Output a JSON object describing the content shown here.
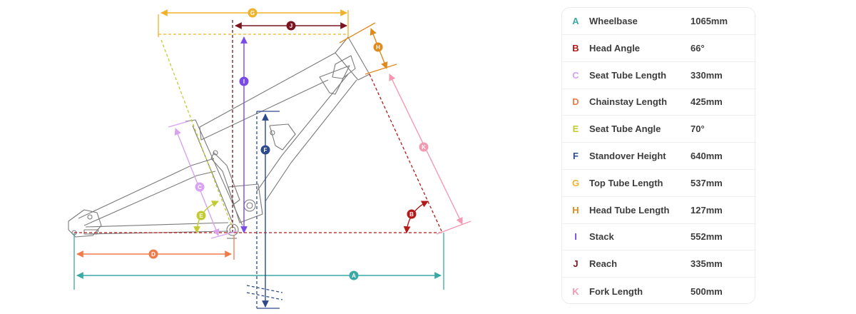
{
  "badges": {
    "A": "A",
    "B": "B",
    "C": "C",
    "D": "D",
    "E": "E",
    "F": "F",
    "G": "G",
    "H": "H",
    "I": "I",
    "J": "J",
    "K": "K"
  },
  "colors": {
    "A": "#3aa8a6",
    "B": "#b31919",
    "C": "#d9a2f0",
    "D": "#f07b4a",
    "E": "#c2cc30",
    "F": "#2e4a8c",
    "G": "#f0b22b",
    "H": "#e08a1e",
    "I": "#7a4be6",
    "J": "#7a1522",
    "K": "#f29ab2",
    "frame": "#7a7a7a"
  },
  "geometry": [
    {
      "letter": "A",
      "label": "Wheelbase",
      "value": "1065mm"
    },
    {
      "letter": "B",
      "label": "Head Angle",
      "value": "66°"
    },
    {
      "letter": "C",
      "label": "Seat Tube Length",
      "value": "330mm"
    },
    {
      "letter": "D",
      "label": "Chainstay Length",
      "value": "425mm"
    },
    {
      "letter": "E",
      "label": "Seat Tube Angle",
      "value": "70°"
    },
    {
      "letter": "F",
      "label": "Standover Height",
      "value": "640mm"
    },
    {
      "letter": "G",
      "label": "Top Tube Length",
      "value": "537mm"
    },
    {
      "letter": "H",
      "label": "Head Tube Length",
      "value": "127mm"
    },
    {
      "letter": "I",
      "label": "Stack",
      "value": "552mm"
    },
    {
      "letter": "J",
      "label": "Reach",
      "value": "335mm"
    },
    {
      "letter": "K",
      "label": "Fork Length",
      "value": "500mm"
    }
  ]
}
